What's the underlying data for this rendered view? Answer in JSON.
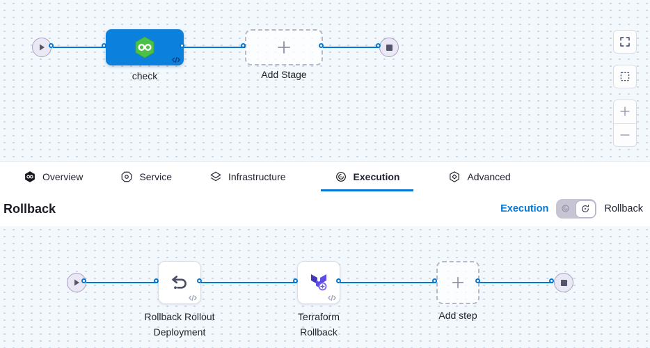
{
  "accent_color": "#0278d5",
  "pipeline_canvas": {
    "stage_node": {
      "label": "check",
      "icon": "harness-hexagon-logo"
    },
    "add_stage": {
      "label": "Add Stage",
      "icon": "plus-icon"
    },
    "start_icon": "play-icon",
    "end_icon": "stop-icon",
    "controls": {
      "buttons": [
        {
          "icon": "fullscreen-icon"
        },
        {
          "icon": "marquee-select-icon"
        },
        {
          "icon": "zoom-in-icon"
        },
        {
          "icon": "zoom-out-icon"
        }
      ]
    }
  },
  "tabs": {
    "items": [
      {
        "label": "Overview",
        "icon": "harness-logo-icon",
        "active": false
      },
      {
        "label": "Service",
        "icon": "service-nut-icon",
        "active": false
      },
      {
        "label": "Infrastructure",
        "icon": "layers-diamond-icon",
        "active": false
      },
      {
        "label": "Execution",
        "icon": "execution-swirl-icon",
        "active": true
      },
      {
        "label": "Advanced",
        "icon": "advanced-hexagon-icon",
        "active": false
      }
    ]
  },
  "rollback_section": {
    "heading": "Rollback",
    "mode_toggle": {
      "left_label": "Execution",
      "right_label": "Rollback",
      "selected": "Rollback",
      "left_icon": "execution-mini-icon",
      "right_icon": "rollback-circular-arrow-icon"
    }
  },
  "rollback_canvas": {
    "steps": [
      {
        "label": "Rollback Rollout\nDeployment",
        "icon": "undo-arrow-icon"
      },
      {
        "label": "Terraform\nRollback",
        "icon": "terraform-logo-icon"
      }
    ],
    "add_step": {
      "label": "Add step",
      "icon": "plus-icon"
    },
    "start_icon": "play-icon",
    "end_icon": "stop-icon"
  }
}
